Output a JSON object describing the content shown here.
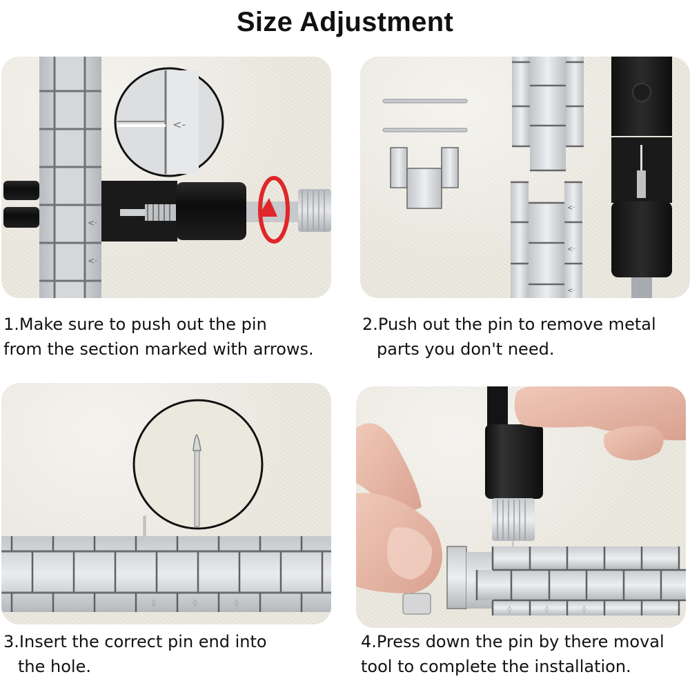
{
  "header": {
    "title": "Size Adjustment"
  },
  "steps": [
    {
      "number": "1",
      "line1": "1.Make sure to push out the pin",
      "line2": "from the section marked with arrows.",
      "illustration": "watch-band-with-pin-remover-tool-and-magnified-arrow-inset"
    },
    {
      "number": "2",
      "line1": "2.Push out the pin to remove metal",
      "line2": "parts you don't need.",
      "illustration": "removed-pins-and-links-beside-band-and-tool"
    },
    {
      "number": "3",
      "line1": "3.Insert the correct pin end into",
      "line2": "the hole.",
      "illustration": "band-with-pin-inserted-and-magnified-pin-tip-inset"
    },
    {
      "number": "4",
      "line1": "4.Press down the pin by there moval",
      "line2": "tool to complete the installation.",
      "illustration": "hands-pressing-pin-with-tool-into-band"
    }
  ],
  "colors": {
    "background": "#ffffff",
    "panel": "#ece9df",
    "metal": "#cfd1d3",
    "metal_dark": "#8e9196",
    "tool_black": "#141414",
    "accent_red": "#e0262a",
    "skin": "#e8b9a8",
    "text": "#111111"
  }
}
